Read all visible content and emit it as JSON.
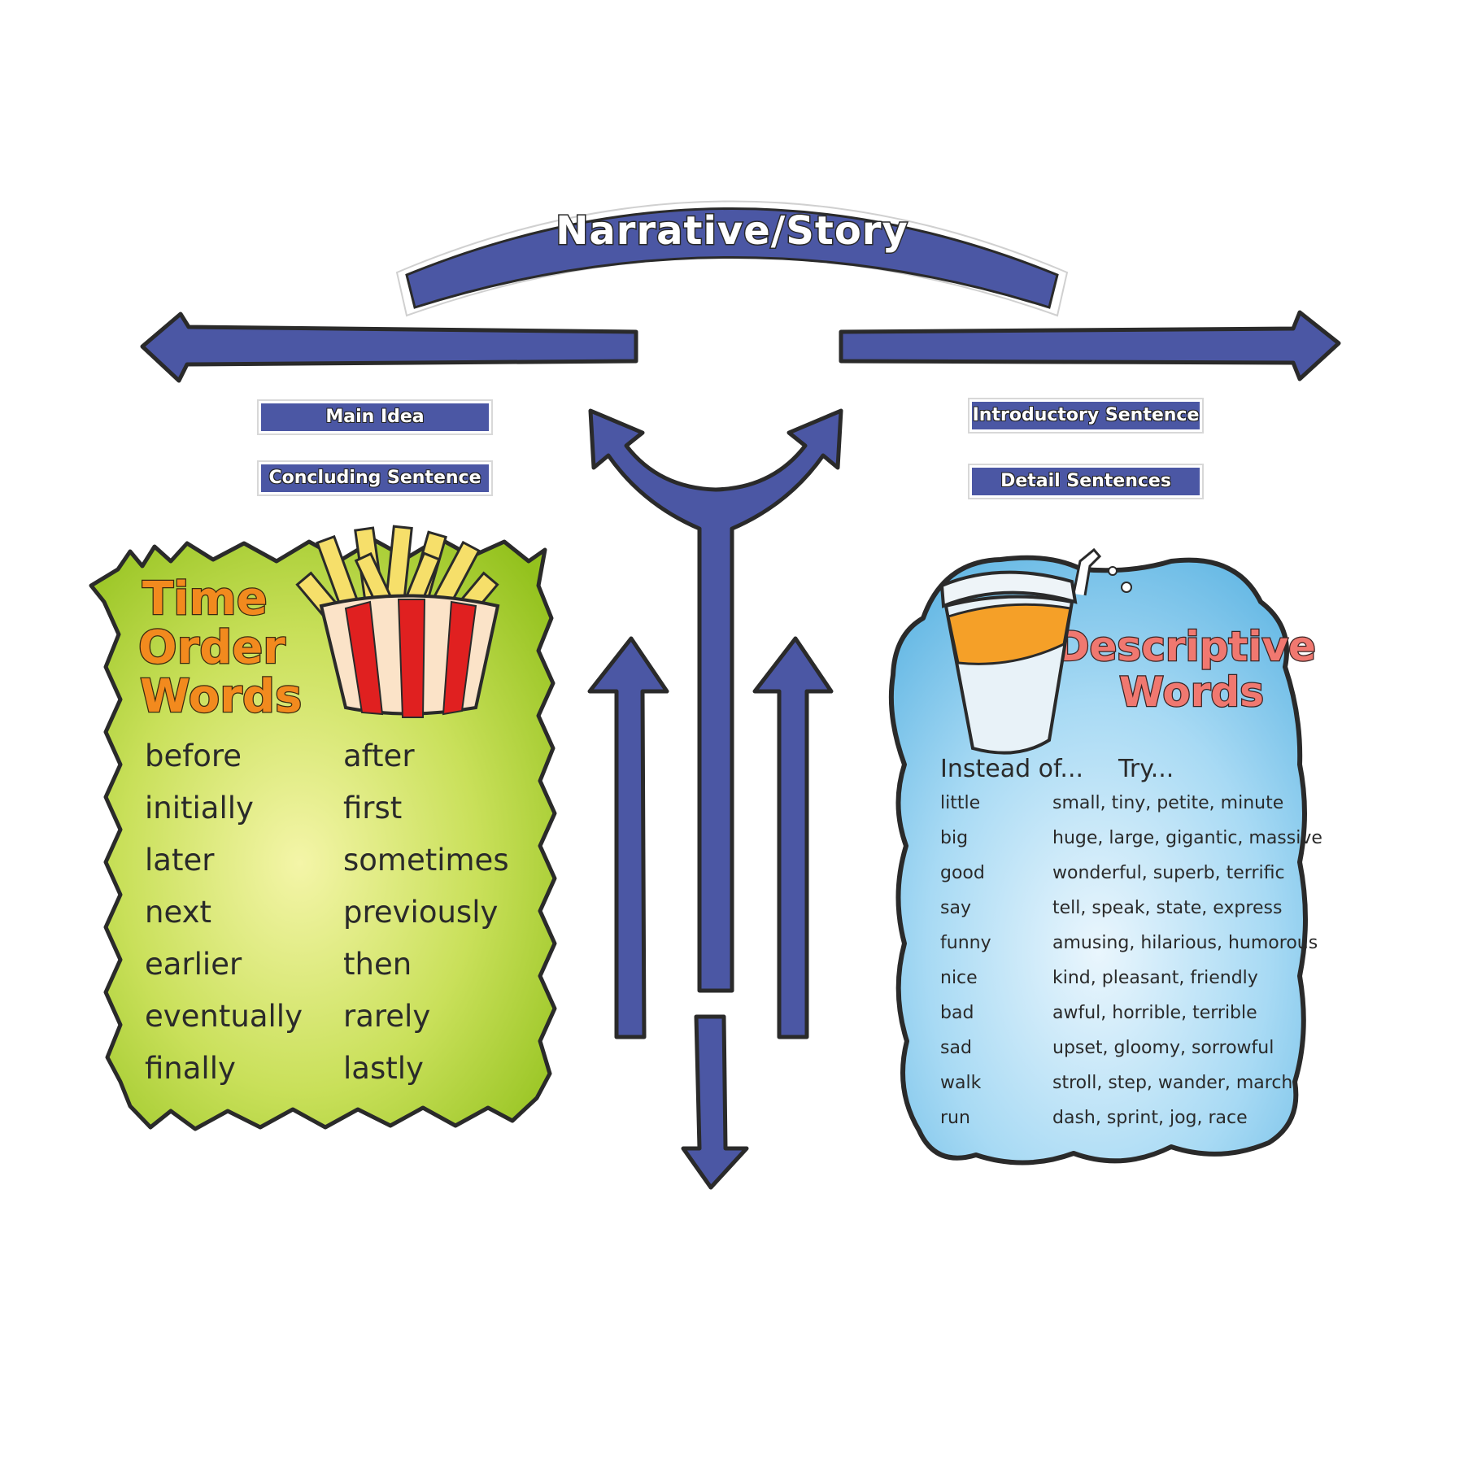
{
  "banner": {
    "title": "Narrative/Story"
  },
  "labels": {
    "main_idea": "Main Idea",
    "concluding_sentence": "Concluding Sentence",
    "introductory_sentence": "Introductory Sentence",
    "detail_sentences": "Detail Sentences"
  },
  "colors": {
    "arrow_blue": "#4b57a4",
    "time_panel_green": "#a8cf2f",
    "descriptive_panel_blue": "#7cc3ea",
    "title_orange": "#f28a1e",
    "title_pink": "#f07870"
  },
  "time_order": {
    "title_line1": "Time",
    "title_line2": "Order",
    "title_line3": "Words",
    "left_column": [
      "before",
      "initially",
      "later",
      "next",
      "earlier",
      "eventually",
      "finally"
    ],
    "right_column": [
      "after",
      "first",
      "sometimes",
      "previously",
      "then",
      "rarely",
      "lastly"
    ]
  },
  "descriptive": {
    "title_line1": "Descriptive",
    "title_line2": "Words",
    "header_instead": "Instead of...",
    "header_try": "Try...",
    "rows": [
      {
        "word": "little",
        "alternatives": "small, tiny, petite, minute"
      },
      {
        "word": "big",
        "alternatives": "huge, large, gigantic, massive"
      },
      {
        "word": "good",
        "alternatives": "wonderful, superb, terrific"
      },
      {
        "word": "say",
        "alternatives": "tell, speak, state, express"
      },
      {
        "word": "funny",
        "alternatives": "amusing, hilarious, humorous"
      },
      {
        "word": "nice",
        "alternatives": "kind, pleasant, friendly"
      },
      {
        "word": "bad",
        "alternatives": "awful, horrible, terrible"
      },
      {
        "word": "sad",
        "alternatives": "upset, gloomy, sorrowful"
      },
      {
        "word": "walk",
        "alternatives": "stroll, step, wander, march"
      },
      {
        "word": "run",
        "alternatives": "dash, sprint, jog, race"
      }
    ]
  }
}
